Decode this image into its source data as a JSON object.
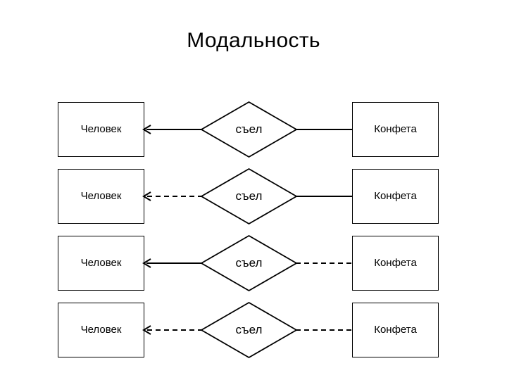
{
  "slide": {
    "title": "Модальность",
    "background_color": "#ffffff",
    "line_color": "#000000"
  },
  "diagram": {
    "type": "er-diagram",
    "entity_left_label": "Человек",
    "entity_right_label": "Конфета",
    "relationship_label": "съел",
    "rows": [
      {
        "index": 1,
        "left_entity": "Человек",
        "relationship": "съел",
        "right_entity": "Конфета",
        "left_connector": {
          "style": "solid",
          "arrow": "left"
        },
        "right_connector": {
          "style": "solid",
          "arrow": "none"
        }
      },
      {
        "index": 2,
        "left_entity": "Человек",
        "relationship": "съел",
        "right_entity": "Конфета",
        "left_connector": {
          "style": "dashed",
          "arrow": "left"
        },
        "right_connector": {
          "style": "solid",
          "arrow": "none"
        }
      },
      {
        "index": 3,
        "left_entity": "Человек",
        "relationship": "съел",
        "right_entity": "Конфета",
        "left_connector": {
          "style": "solid",
          "arrow": "left"
        },
        "right_connector": {
          "style": "dashed",
          "arrow": "none"
        }
      },
      {
        "index": 4,
        "left_entity": "Человек",
        "relationship": "съел",
        "right_entity": "Конфета",
        "left_connector": {
          "style": "dashed",
          "arrow": "left"
        },
        "right_connector": {
          "style": "dashed",
          "arrow": "none"
        }
      }
    ]
  }
}
